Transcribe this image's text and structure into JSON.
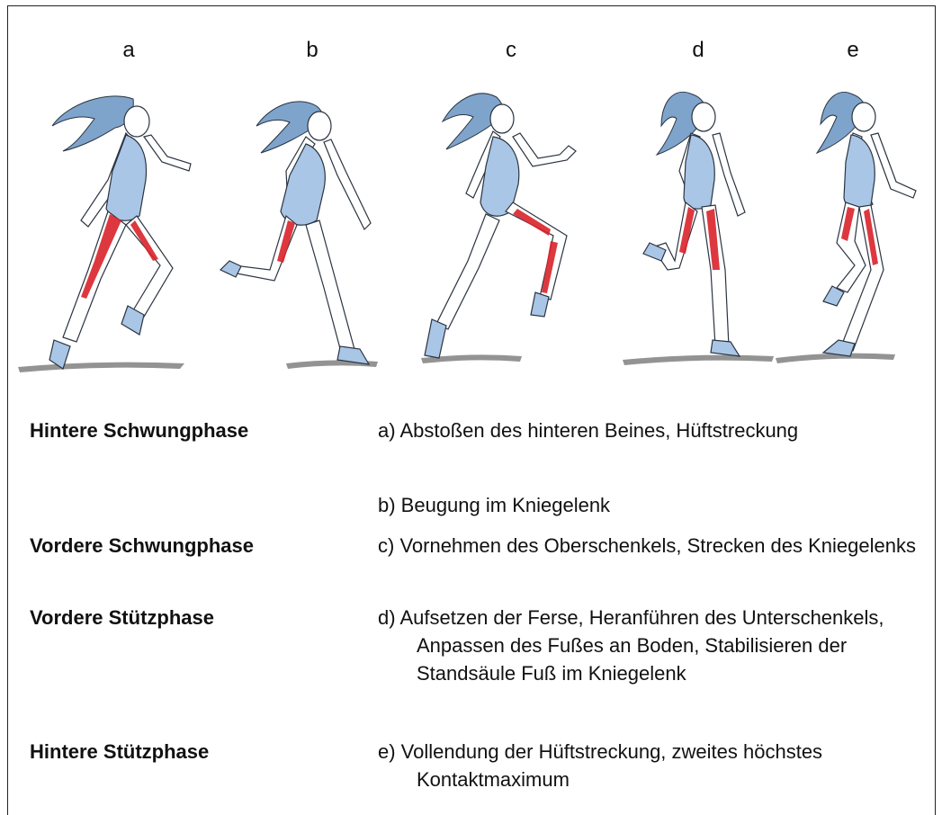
{
  "letters": [
    "a",
    "b",
    "c",
    "d",
    "e"
  ],
  "colors": {
    "skin": "#ffffff",
    "outfit": "#a9c6e6",
    "hair": "#7fa4cc",
    "line": "#2b3440",
    "muscle": "#d9222a",
    "ground": "#3a3a3a"
  },
  "rows": [
    {
      "heading": "Hintere Schwungphase",
      "desc": "a) Abstoßen des hinteren Beines, Hüftstreckung"
    },
    {
      "heading": "",
      "desc": "b) Beugung im Kniegelenk"
    },
    {
      "heading": "Vordere Schwungphase",
      "desc": "c) Vornehmen des Oberschenkels, Strecken des Kniegelenks"
    },
    {
      "heading": "Vordere Stützphase",
      "desc": "d) Aufsetzen der Ferse, Heranführen des Unterschenkels, Anpassen des Fußes an Boden, Stabilisieren der Standsäule Fuß im Kniegelenk"
    },
    {
      "heading": "Hintere Stützphase",
      "desc": "e) Vollendung der Hüftstreckung, zweites höchstes Kontaktmaximum"
    }
  ]
}
